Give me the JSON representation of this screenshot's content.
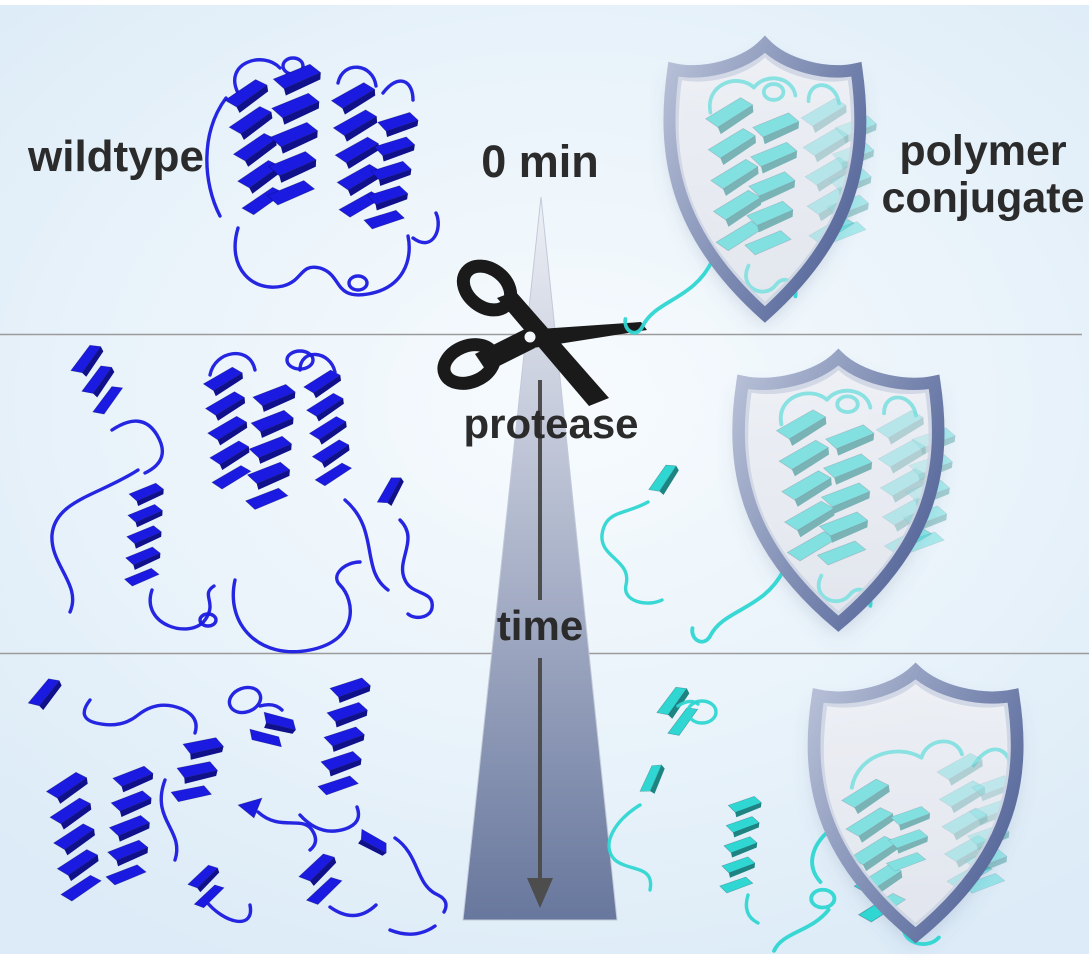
{
  "labels": {
    "wildtype": "wildtype",
    "time_zero": "0 min",
    "polymer_conjugate": "polymer conjugate",
    "protease": "protease",
    "time": "time"
  },
  "palette": {
    "bg_center": "#f7fbfe",
    "bg_edge": "#dcebf7",
    "text": "#2b2b2b",
    "divider": "#9b9b9b",
    "protein_blue": "#1a1ae0",
    "protein_cyan": "#2fd6d2",
    "shield_border": "#56679a",
    "shield_border_light": "#b9c2d8",
    "wedge_top": "#eef0f6",
    "wedge_bottom": "#68779d",
    "arrow": "#4d4d4d",
    "scissors": "#1a1a1a"
  },
  "icons": {
    "scissors": "scissors-icon",
    "shield": "shield-icon",
    "wedge": "timeline-wedge",
    "arrow": "time-arrow"
  }
}
